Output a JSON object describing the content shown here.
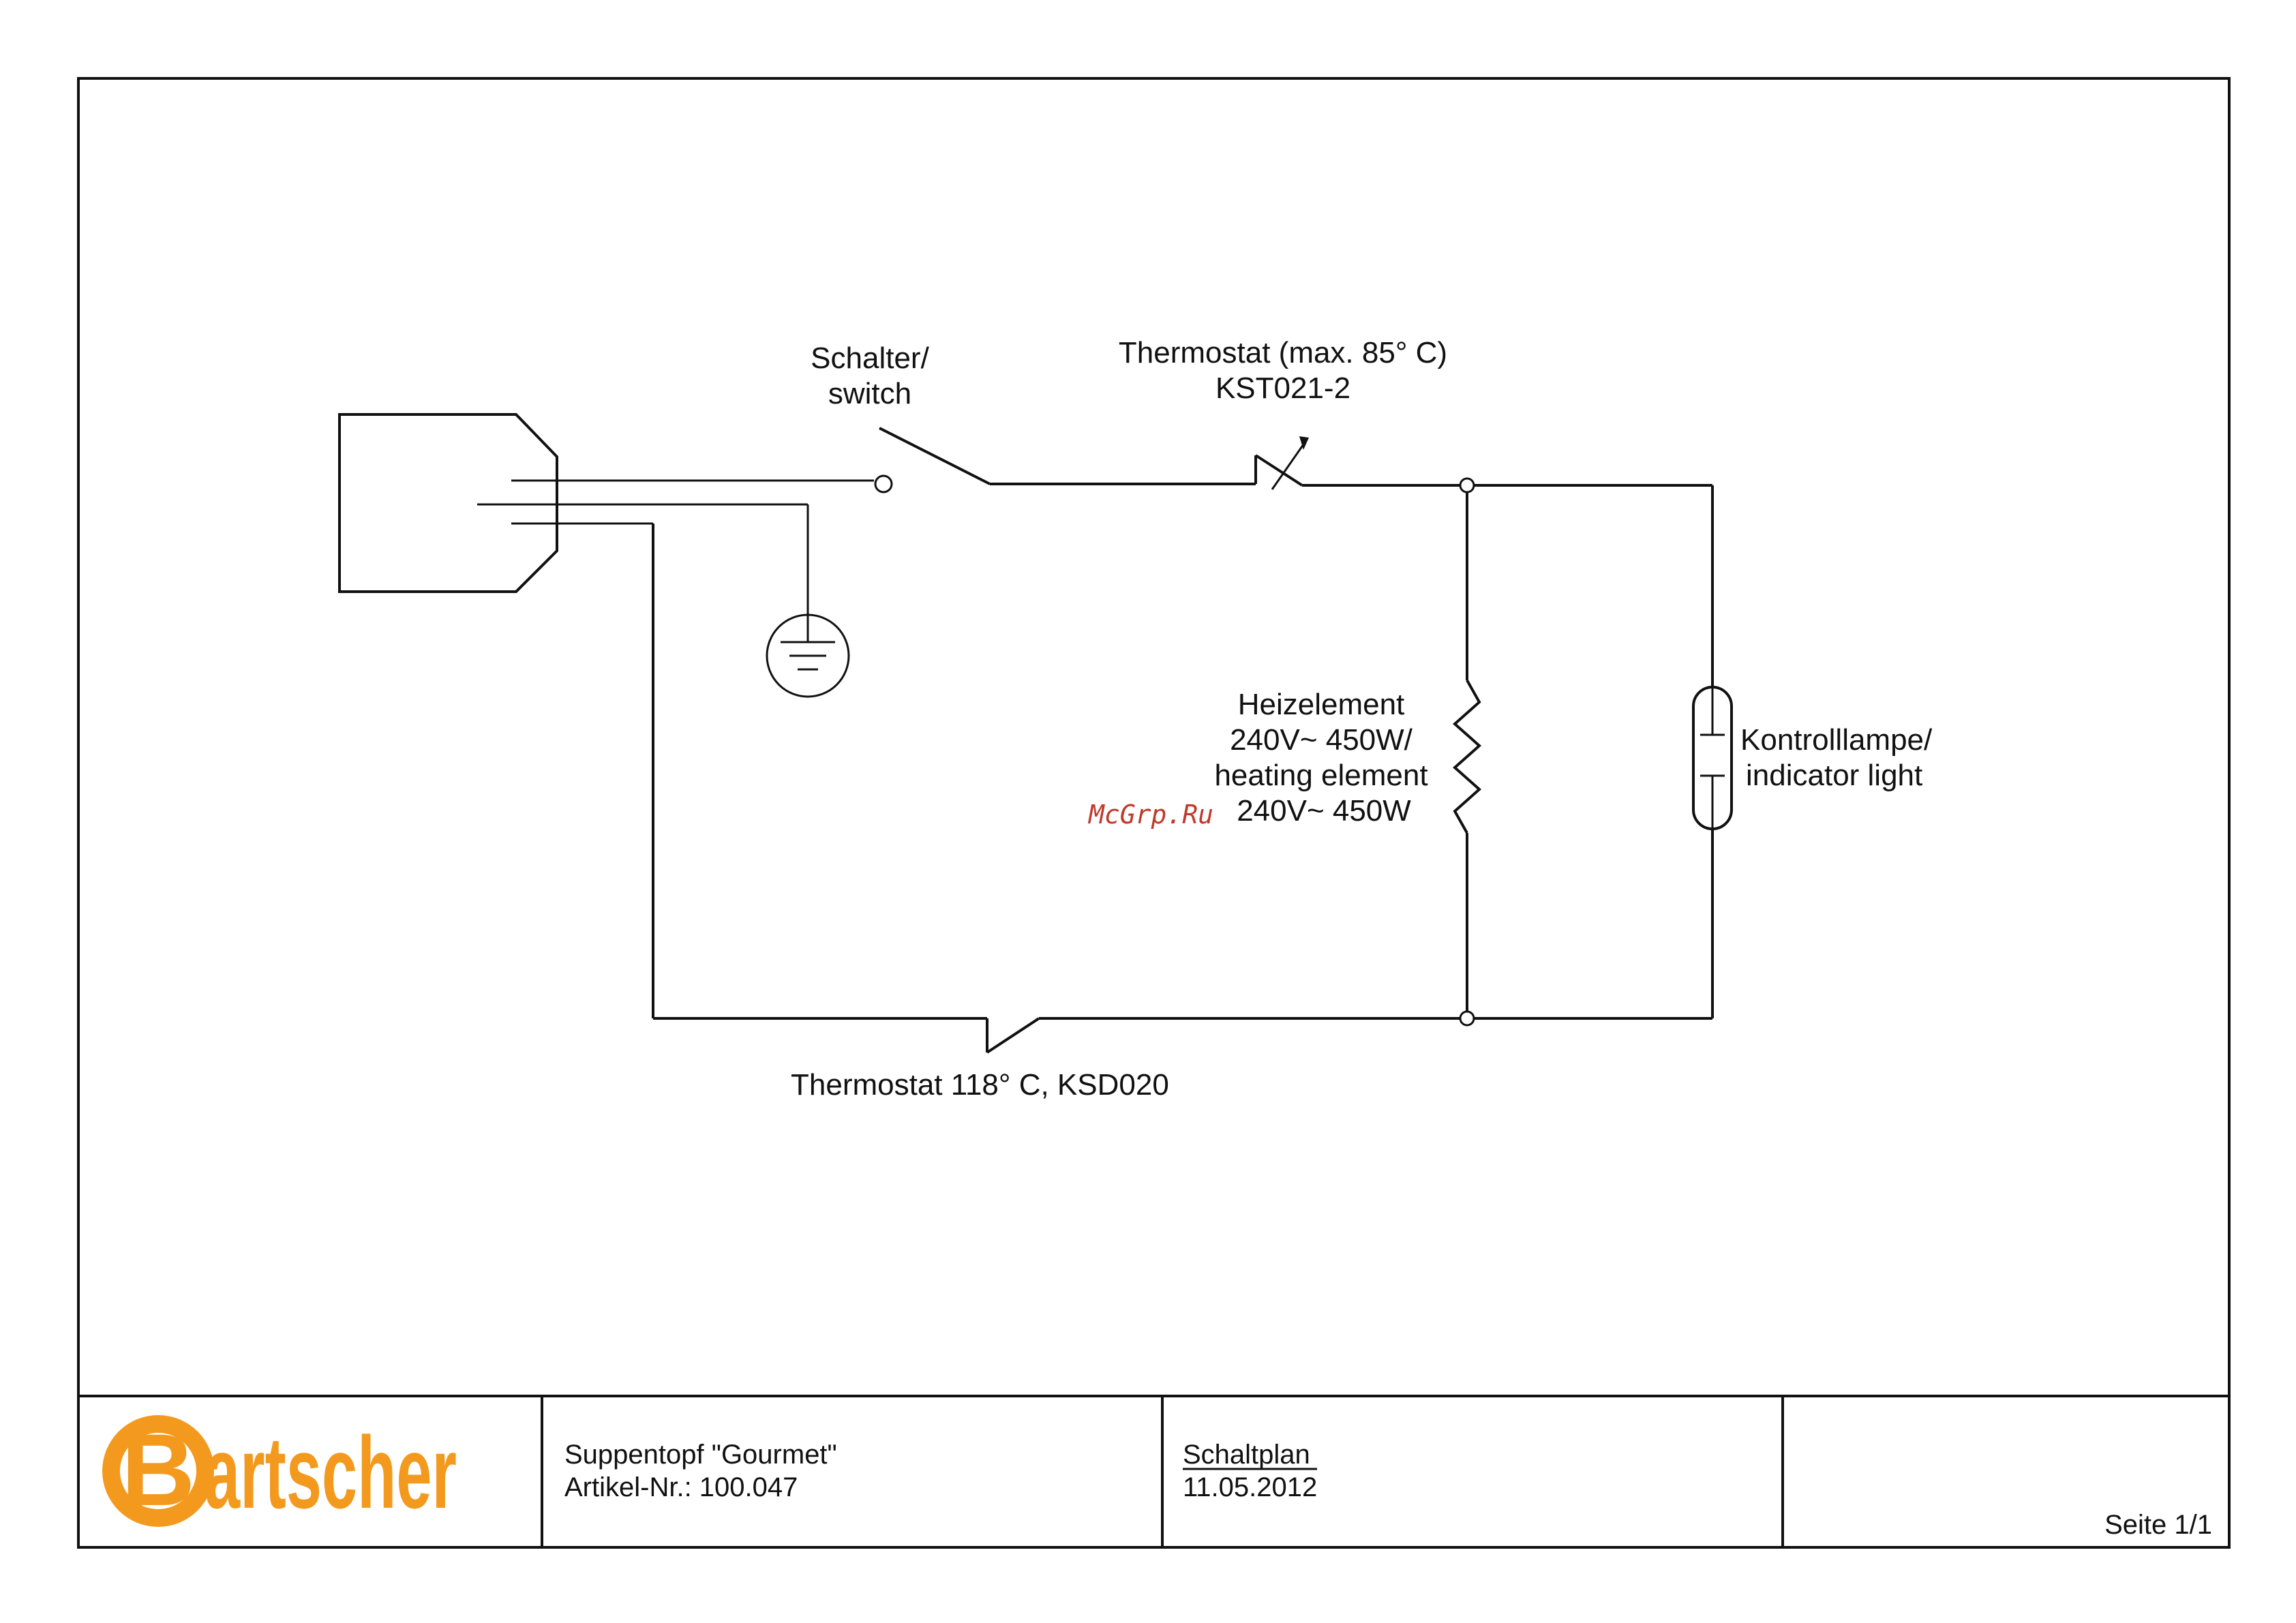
{
  "diagram": {
    "labels": {
      "switch": [
        "Schalter/",
        "switch"
      ],
      "thermostat_top": [
        "Thermostat (max. 85° C)",
        "KST021-2"
      ],
      "heating_element": [
        "Heizelement",
        "240V~  450W/",
        "heating element",
        "240V~ 450W"
      ],
      "indicator_light": [
        "Kontrolllampe/",
        "indicator light"
      ],
      "thermostat_bottom": "Thermostat 118° C, KSD020"
    },
    "watermark": "McGrp.Ru",
    "icons": {
      "plug": "plug-icon",
      "ground": "ground-icon",
      "switch": "switch-icon",
      "thermostat_adjustable": "adjustable-thermostat-icon",
      "thermostat_fixed": "thermostat-icon",
      "resistor": "resistor-icon",
      "lamp": "lamp-icon"
    }
  },
  "title_block": {
    "logo": "Bartscher",
    "product_name": "Suppentopf \"Gourmet\"",
    "article_number": "Artikel-Nr.: 100.047",
    "document_type": "Schaltplan",
    "date": "11.05.2012",
    "page": "Seite 1/1"
  },
  "colors": {
    "line": "#111111",
    "brand": "#F39A1E",
    "watermark": "#C0392B"
  }
}
